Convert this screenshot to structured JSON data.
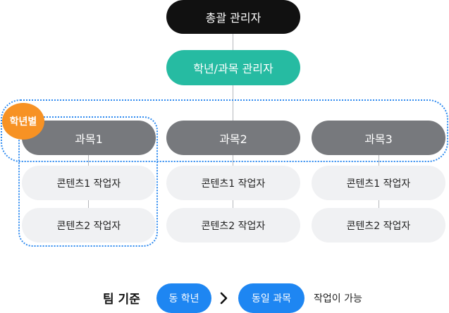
{
  "top": {
    "label": "총괄 관리자"
  },
  "middle": {
    "label": "학년/과목 관리자"
  },
  "badge": {
    "label": "학년별"
  },
  "subjects": [
    {
      "label": "과목1",
      "workers": [
        "콘텐츠1 작업자",
        "콘텐츠2 작업자"
      ]
    },
    {
      "label": "과목2",
      "workers": [
        "콘텐츠1 작업자",
        "콘텐츠2 작업자"
      ]
    },
    {
      "label": "과목3",
      "workers": [
        "콘텐츠1 작업자",
        "콘텐츠2 작업자"
      ]
    }
  ],
  "legend": {
    "title": "팀 기준",
    "chip_a": "동 학년",
    "chip_b": "동일 과목",
    "note": "작업이 가능"
  },
  "colors": {
    "top": "#111111",
    "middle": "#26bba2",
    "subject": "#77797d",
    "worker": "#f0f1f3",
    "badge": "#f79224",
    "accent": "#1e86f2",
    "dotted": "#2f8bf0"
  },
  "icons": {
    "arrow": "chevron-right-icon"
  }
}
